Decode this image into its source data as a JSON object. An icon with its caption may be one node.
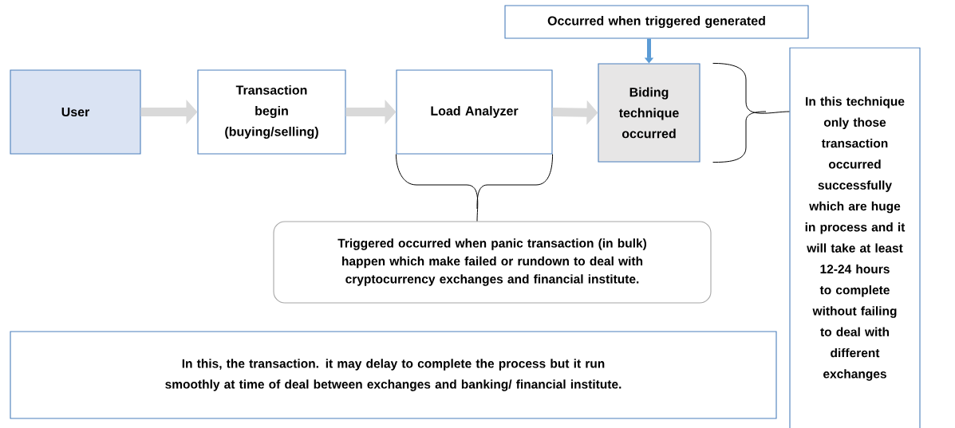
{
  "diagram": {
    "nodes": [
      {
        "text": [
          "User"
        ]
      },
      {
        "text": [
          "Transaction begin (buying/selling)"
        ]
      },
      {
        "text": [
          "Load Analyzer"
        ]
      },
      {
        "text": [
          "Biding technique occurred"
        ]
      },
      {
        "text": [
          "Occurred when triggered generated"
        ]
      },
      {
        "text": [
          "In this technique only those transaction occurred successfully which are huge in process and it will take at least 12-24 hours to complete without failing to deal with different exchanges"
        ]
      },
      {
        "text": [
          "Triggered occurred when panic transaction (in bulk) happen which make failed or rundown to deal with cryptocurrency exchanges and financial institute."
        ]
      },
      {
        "text": [
          "In this, the transaction. it may delay to complete the process but it run smoothly at time of deal between exchanges and banking/ financial institute."
        ]
      }
    ],
    "edges": [
      {
        "from": 0,
        "to": 1,
        "arrow": "to",
        "style": "thick"
      },
      {
        "from": 1,
        "to": 2,
        "arrow": "to",
        "style": "thick"
      },
      {
        "from": 2,
        "to": 3,
        "arrow": "to",
        "style": "thick"
      },
      {
        "from": 4,
        "to": 3,
        "arrow": "to",
        "color": "#5b9bd5"
      },
      {
        "from": 2,
        "to": 6,
        "arrow": "none",
        "color": "#000000"
      },
      {
        "from": 3,
        "to": 5,
        "arrow": "none",
        "color": "#000000"
      }
    ]
  }
}
